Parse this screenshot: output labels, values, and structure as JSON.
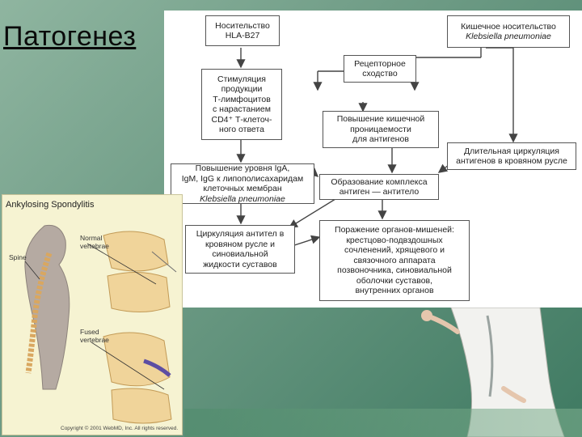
{
  "slide": {
    "title": "Патогенез"
  },
  "diagram": {
    "boxes": {
      "hla": "Носительство\nHLA-B27",
      "stim": "Стимуляция\nпродукции\nТ-лимфоцитов\nс нарастанием\nCD4⁺ Т-клеточ-\nного ответа",
      "ig": "Повышение уровня IgA,\nIgM, IgG к липополисахаридам\nклеточных мембран",
      "ig_italic": "Klebsiella pneumoniae",
      "circ_ab": "Циркуляция антител в\nкровяном русле и\nсиновиальной\nжидкости суставов",
      "kleb": "Кишечное носительство",
      "kleb_italic": "Klebsiella pneumoniae",
      "receptor": "Рецепторное\nсходство",
      "perm": "Повышение кишечной\nпроницаемости\nдля антигенов",
      "long_circ": "Длительная циркуляция\nантигенов в кровяном русле",
      "complex": "Образование комплекса\nантиген — антитело",
      "damage": "Поражение органов-мишеней:\nкрестцово-подвздошных\nсочленений, хрящевого и\nсвязочного аппарата\nпозвоночника, синовиальной\nоболочки суставов,\nвнутренних органов"
    }
  },
  "inset": {
    "title": "Ankylosing Spondylitis",
    "label_normal": "Normal\nvertebrae",
    "label_spine": "Spine",
    "label_fused": "Fused\nvertebrae",
    "copyright": "Copyright © 2001 WebMD, Inc. All rights reserved."
  }
}
